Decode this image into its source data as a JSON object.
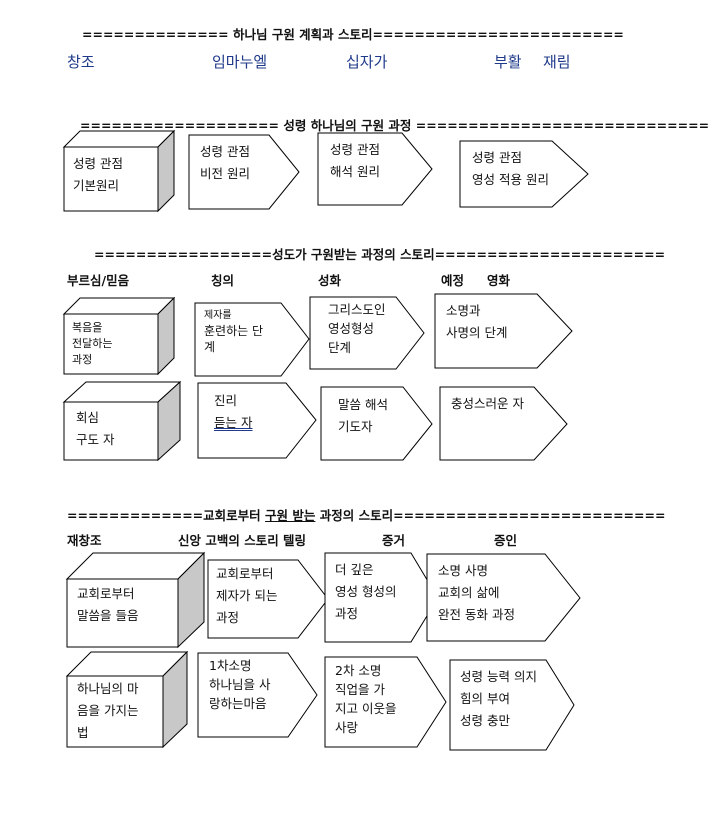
{
  "section1": {
    "header": "============== 하나님 구원 계획과 스토리========================",
    "items": [
      "창조",
      "임마누엘",
      "십자가",
      "부활",
      "재림"
    ]
  },
  "section2": {
    "header_left": "===================",
    "header_title": "성령 하나님의 구원 과정",
    "header_right": "============================",
    "boxes": [
      {
        "line1": "성령 관점",
        "line2": "기본원리"
      },
      {
        "line1": "성령 관점",
        "line2": "비전 원리"
      },
      {
        "line1": "성령 관점",
        "line2": "해석 원리"
      },
      {
        "line1": "성령 관점",
        "line2": "영성 적용 원리"
      }
    ]
  },
  "section3": {
    "header_left": "=================",
    "header_title": "성도가 구원받는 과정의 스토리",
    "header_right": "======================",
    "labels": [
      "부르심/믿음",
      "칭의",
      "성화",
      "예정",
      "영화"
    ],
    "row1": [
      {
        "lines": [
          "복음을",
          "전달하는",
          "과정"
        ]
      },
      {
        "lines": [
          "제자를",
          "훈련하는   단",
          "계"
        ]
      },
      {
        "lines": [
          "그리스도인",
          "영성형성",
          "단계"
        ]
      },
      {
        "lines": [
          "소명과",
          "사명의 단계"
        ]
      }
    ],
    "row2": [
      {
        "lines": [
          "회심",
          "구도 자"
        ]
      },
      {
        "lines": [
          "진리",
          "듣는 자"
        ]
      },
      {
        "lines": [
          "말씀 해석",
          "기도자"
        ]
      },
      {
        "lines": [
          "충성스러운 자"
        ]
      }
    ]
  },
  "section4": {
    "header_left": "=============",
    "header_title_a": "교회로부터",
    "header_title_b": "구원 받는",
    "header_title_c": "과정의 스토리",
    "header_right": "==========================",
    "labels": [
      "재창조",
      "신앙 고백의 스토리 텔링",
      "증거",
      "증인"
    ],
    "row1": [
      {
        "lines": [
          "교회로부터",
          "말씀을 들음"
        ]
      },
      {
        "lines": [
          "교회로부터",
          "제자가 되는",
          "과정"
        ]
      },
      {
        "lines": [
          "더 깊은",
          "영성 형성의",
          "과정"
        ]
      },
      {
        "lines": [
          "소명 사명",
          "교회의 삶에",
          "완전 동화 과정"
        ]
      }
    ],
    "row2": [
      {
        "lines": [
          "하나님의  마",
          "음을  가지는",
          "법"
        ]
      },
      {
        "lines": [
          "1차소명",
          "하나님을    사",
          "랑하는마음"
        ]
      },
      {
        "lines": [
          " 2차 소명",
          " 직업을    가",
          "지고  이웃을",
          "사랑"
        ]
      },
      {
        "lines": [
          "성령 능력 의지",
          "힘의 부여",
          "성령 충만"
        ]
      }
    ]
  },
  "colors": {
    "text": "#111111",
    "heading_blue": "#1f3a8a",
    "box_side": "#c8c8c8",
    "stroke": "#000000"
  }
}
